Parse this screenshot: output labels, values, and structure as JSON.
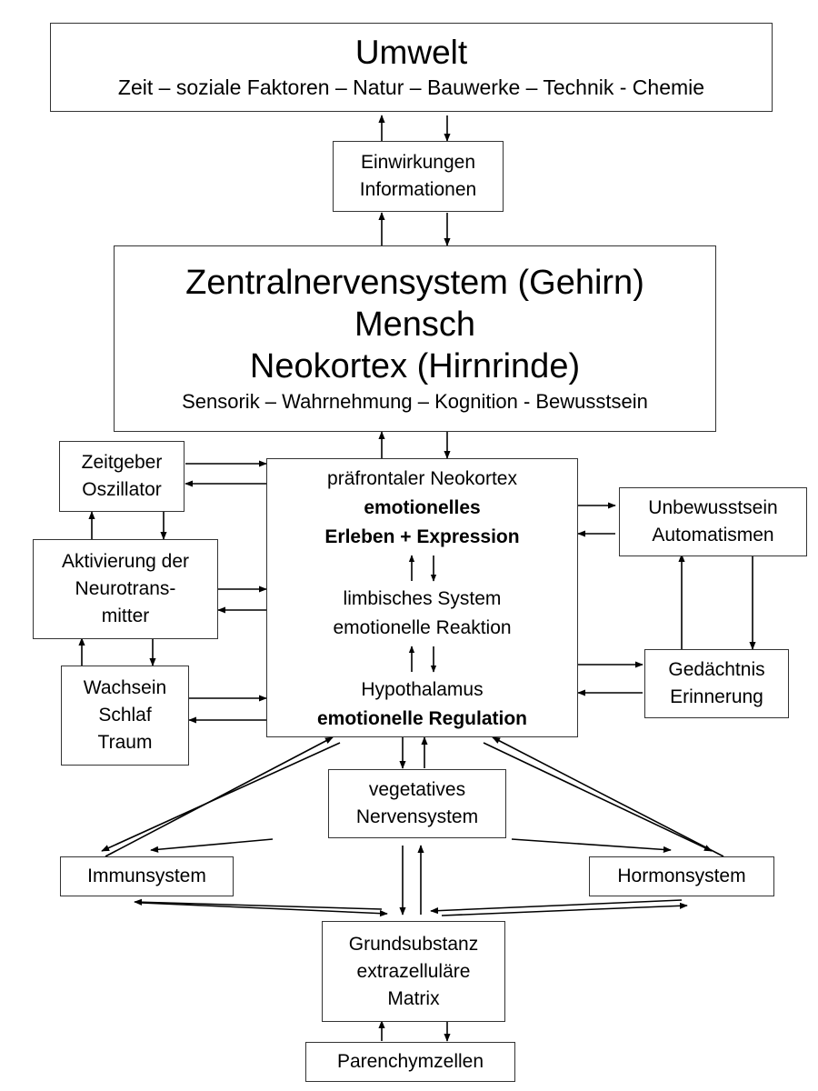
{
  "diagram": {
    "umwelt": {
      "title": "Umwelt",
      "subtitle": "Zeit – soziale Faktoren – Natur – Bauwerke – Technik - Chemie"
    },
    "einwirkungen": {
      "line1": "Einwirkungen",
      "line2": "Informationen"
    },
    "zns": {
      "line1": "Zentralnervensystem (Gehirn)",
      "line2": "Mensch",
      "line3": "Neokortex (Hirnrinde)",
      "line4": "Sensorik – Wahrnehmung – Kognition - Bewusstsein"
    },
    "center": {
      "praefrontal": "präfrontaler Neokortex",
      "emotionelles": "emotionelles",
      "erleben": "Erleben + Expression",
      "limbisch": "limbisches System",
      "reaktion": "emotionelle Reaktion",
      "hypothalamus": "Hypothalamus",
      "regulation": "emotionelle Regulation"
    },
    "zeitgeber": {
      "line1": "Zeitgeber",
      "line2": "Oszillator"
    },
    "aktivierung": {
      "line1": "Aktivierung der",
      "line2": "Neurotrans-",
      "line3": "mitter"
    },
    "wachsein": {
      "line1": "Wachsein",
      "line2": "Schlaf",
      "line3": "Traum"
    },
    "unbewusstsein": {
      "line1": "Unbewusstsein",
      "line2": "Automatismen"
    },
    "gedaechtnis": {
      "line1": "Gedächtnis",
      "line2": "Erinnerung"
    },
    "vegetativ": {
      "line1": "vegetatives",
      "line2": "Nervensystem"
    },
    "immunsystem": {
      "label": "Immunsystem"
    },
    "hormonsystem": {
      "label": "Hormonsystem"
    },
    "grundsubstanz": {
      "line1": "Grundsubstanz",
      "line2": "extrazelluläre",
      "line3": "Matrix"
    },
    "parenchym": {
      "label": "Parenchymzellen"
    }
  }
}
